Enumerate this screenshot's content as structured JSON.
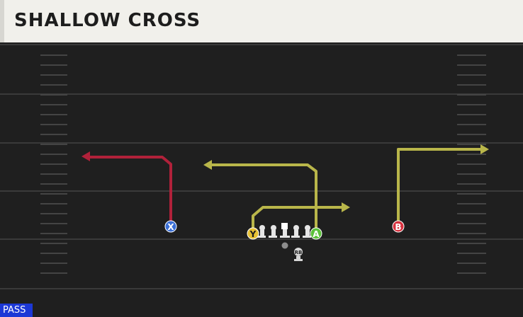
{
  "play": {
    "title": "SHALLOW CROSS",
    "play_type": "PASS"
  },
  "players": {
    "x": "X",
    "y": "Y",
    "a": "A",
    "b": "B",
    "rb": "RB"
  },
  "colors": {
    "field": "#1f1f1f",
    "header_bg": "#f1f0eb",
    "pass_badge": "#1c38d6",
    "route_red": "#b0213a",
    "route_yellow": "#b9b64a",
    "player_x": "#3a6fd6",
    "player_y": "#e8c235",
    "player_a": "#5cc23b",
    "player_b": "#d8323f"
  }
}
